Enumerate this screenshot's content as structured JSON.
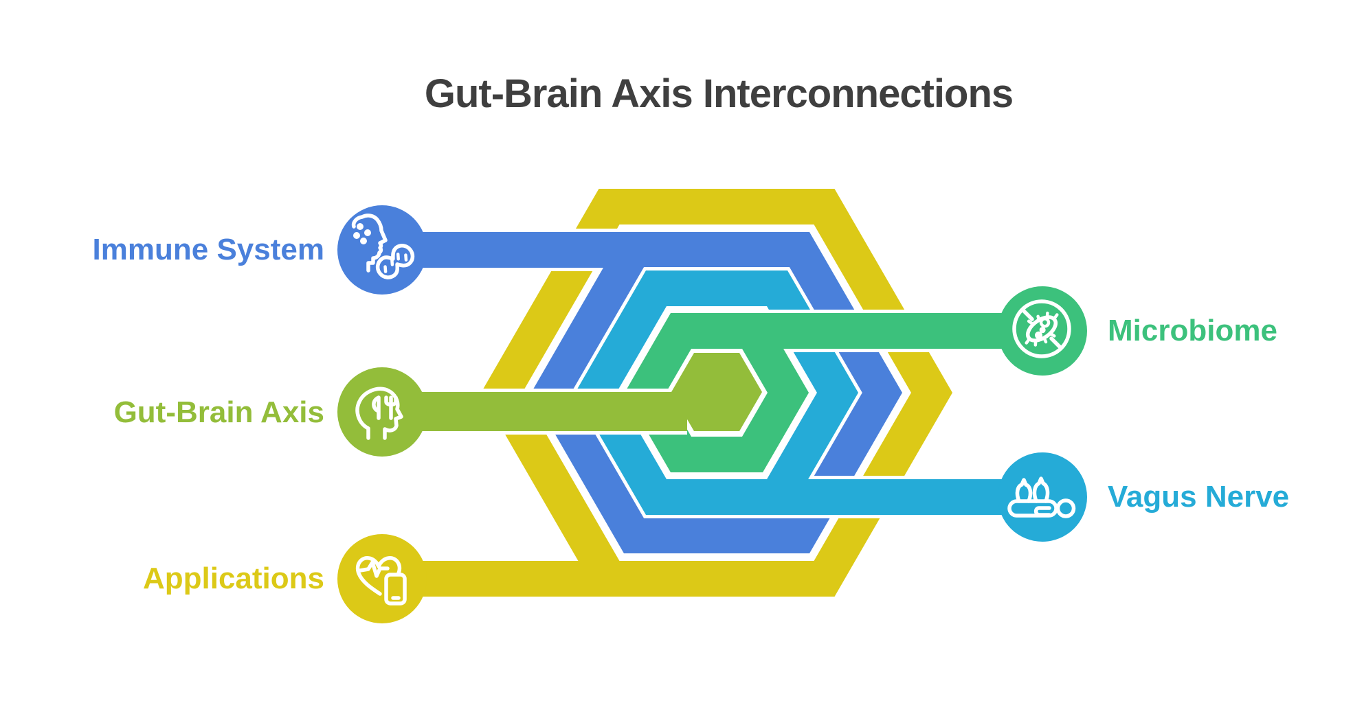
{
  "title": "Gut-Brain Axis Interconnections",
  "nodes": [
    {
      "label": "Immune System",
      "icon": "allergy-face-peanut-icon",
      "color": "blue",
      "side": "left"
    },
    {
      "label": "Gut-Brain Axis",
      "icon": "head-cutlery-icon",
      "color": "olive",
      "side": "left"
    },
    {
      "label": "Applications",
      "icon": "heart-ecg-phone-icon",
      "color": "yellow",
      "side": "left"
    },
    {
      "label": "Microbiome",
      "icon": "bacteria-slash-icon",
      "color": "emerald",
      "side": "right"
    },
    {
      "label": "Vagus Nerve",
      "icon": "lying-body-cupping-icon",
      "color": "cyan",
      "side": "right"
    }
  ],
  "colors": {
    "blue": "#4a80db",
    "olive": "#93bd3a",
    "yellow": "#dcc917",
    "emerald": "#3cc17c",
    "cyan": "#25abd7",
    "title": "#3f3f3f",
    "background": "#ffffff",
    "icon": "#ffffff"
  }
}
